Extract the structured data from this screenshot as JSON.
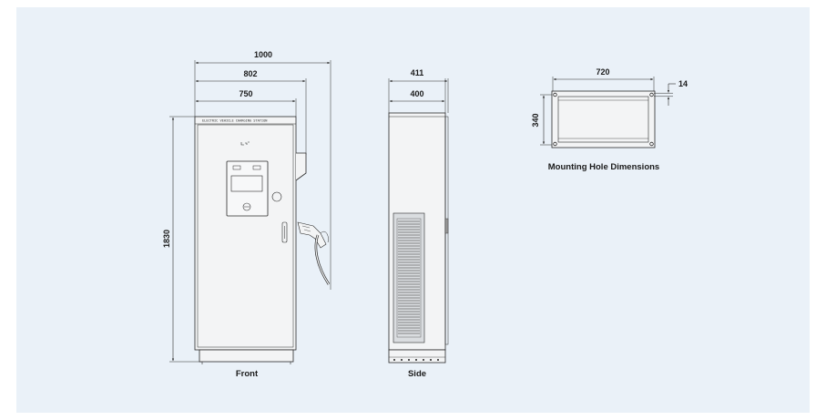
{
  "colors": {
    "panel_bg": "#eaf1f8",
    "line": "#2a2a2a",
    "cabinet_fill": "#f3f4f5",
    "vent": "#666666"
  },
  "front": {
    "caption": "Front",
    "dim_overall_width": "1000",
    "dim_mid_width": "802",
    "dim_body_width": "750",
    "dim_height": "1830",
    "header_text": "ELECTRIC VEHICLE CHARGING STATION"
  },
  "side": {
    "caption": "Side",
    "dim_overall_depth": "411",
    "dim_body_depth": "400"
  },
  "mounting": {
    "caption": "Mounting Hole Dimensions",
    "dim_width": "720",
    "dim_height": "340",
    "dim_hole": "14"
  }
}
